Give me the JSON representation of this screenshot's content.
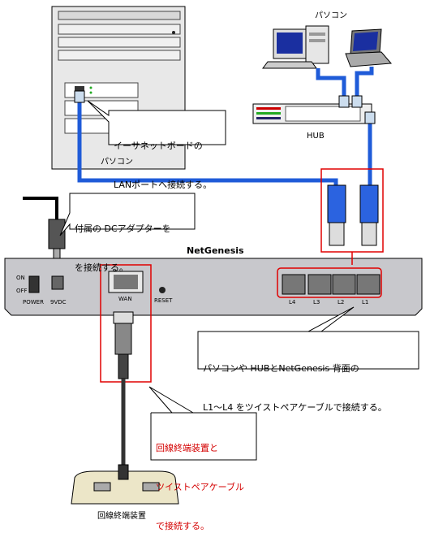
{
  "labels": {
    "pc_top": "パソコン",
    "hub": "HUB",
    "pc_left": "パソコン",
    "device_name": "NetGenesis",
    "on": "ON",
    "off": "OFF",
    "power": "POWER",
    "vdc": "9VDC",
    "wan": "WAN",
    "reset": "RESET",
    "l4": "L4",
    "l3": "L3",
    "l2": "L2",
    "l1": "L1",
    "ont": "回線終端装置"
  },
  "callouts": {
    "ethernet_board": [
      "イーサネットボードの",
      "LANポートへ接続する。"
    ],
    "dc_adapter": [
      "付属の DCアダプターを",
      "を接続する。"
    ],
    "lan_ports": [
      "パソコンや HUBとNetGenesis 背面の",
      "L1～L4 をツイストペアケーブルで接続する。"
    ],
    "ont_connect": [
      "回線終端装置と",
      "ツイストペアケーブル",
      "で接続する。"
    ]
  },
  "colors": {
    "cable_blue": "#1f5bd8",
    "highlight_red": "#e00000",
    "panel_gray": "#c8c8cc"
  }
}
